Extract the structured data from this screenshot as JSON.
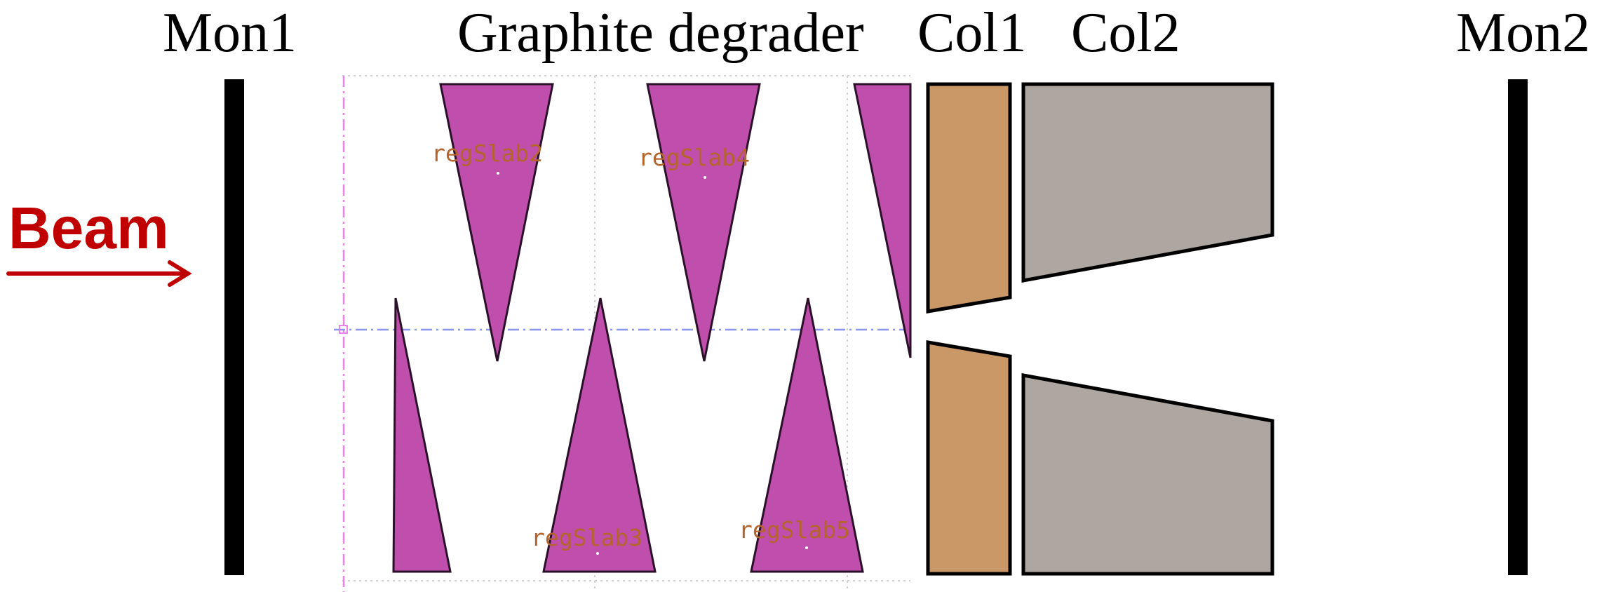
{
  "labels": {
    "mon1": "Mon1",
    "degrader": "Graphite degrader",
    "col1": "Col1",
    "col2": "Col2",
    "mon2": "Mon2",
    "beam": "Beam"
  },
  "regions": {
    "slab2": "regSlab2",
    "slab3": "regSlab3",
    "slab4": "regSlab4",
    "slab5": "regSlab5"
  },
  "colors": {
    "beam": "#c00000",
    "slab_fill": "#c04ead",
    "collimator1_fill": "#c99866",
    "collimator2_fill": "#aea6a0",
    "monitor": "#000000",
    "region_label": "#b5652b",
    "axis_line": "#8b95ee",
    "guide_line": "#f080f0"
  }
}
